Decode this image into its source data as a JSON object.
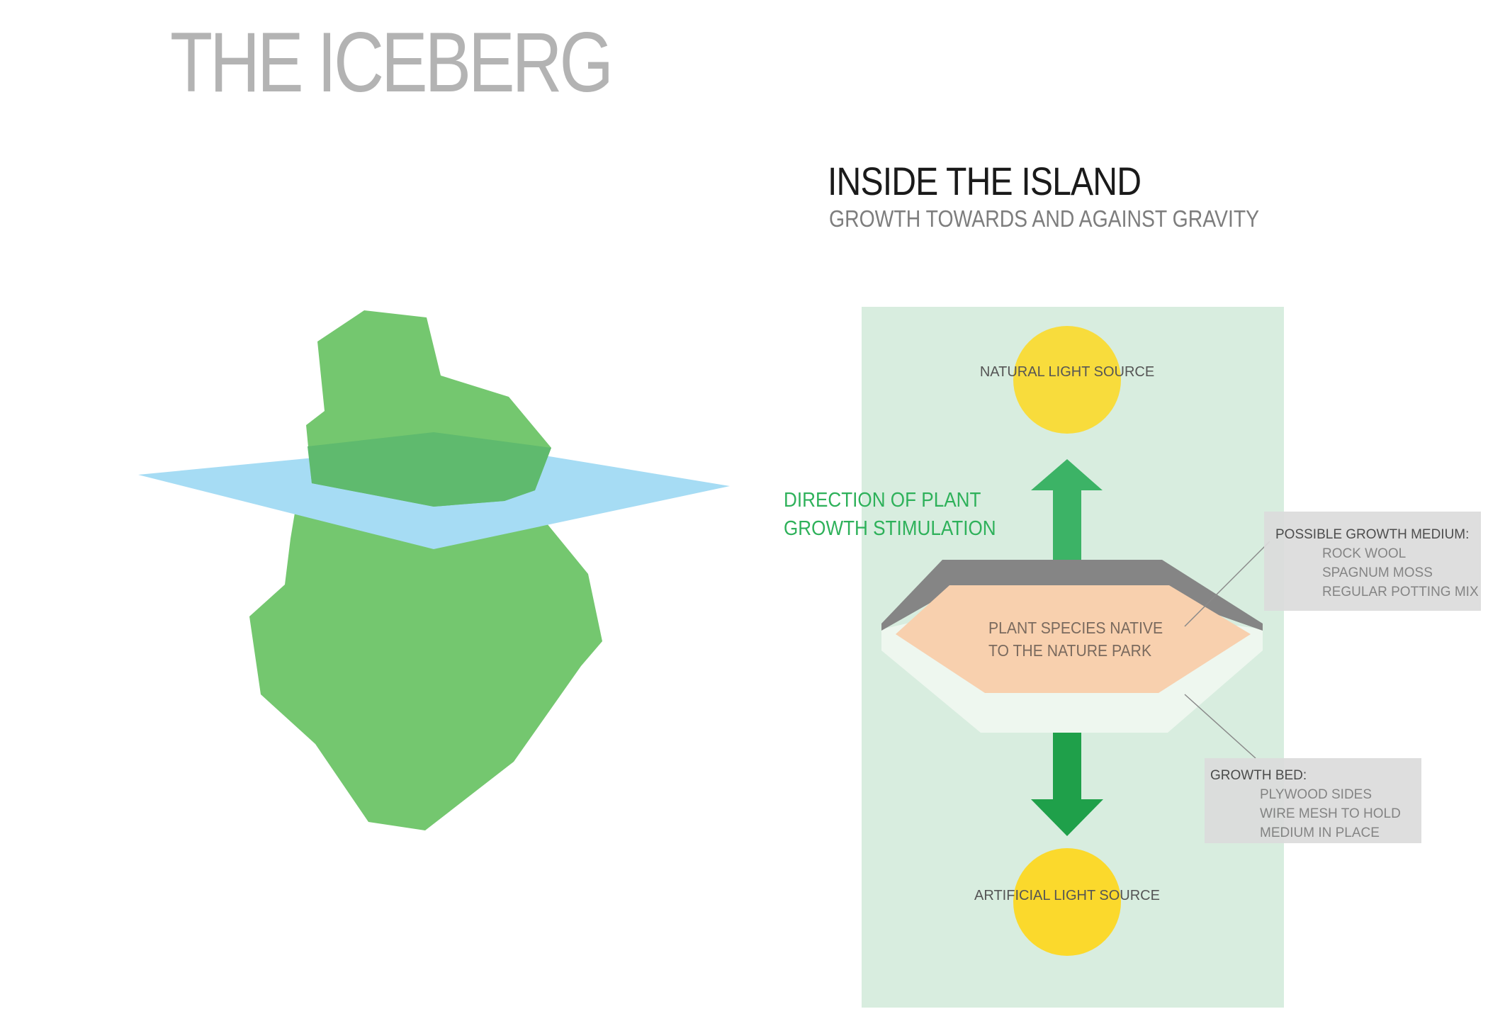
{
  "title": "THE ICEBERG",
  "section": {
    "title": "INSIDE THE ISLAND",
    "subtitle": "GROWTH TOWARDS AND AGAINST GRAVITY"
  },
  "labels": {
    "natural_light": "NATURAL LIGHT SOURCE",
    "artificial_light": "ARTIFICIAL LIGHT SOURCE",
    "direction_line1": "DIRECTION OF PLANT",
    "direction_line2": "GROWTH STIMULATION",
    "species_line1": "PLANT SPECIES NATIVE",
    "species_line2": "TO THE NATURE PARK"
  },
  "growth_medium": {
    "heading": "POSSIBLE GROWTH MEDIUM:",
    "items": [
      "ROCK WOOL",
      "SPAGNUM MOSS",
      "REGULAR POTTING MIX"
    ]
  },
  "growth_bed": {
    "heading": "GROWTH BED:",
    "items": [
      "PLYWOOD SIDES",
      "WIRE MESH TO HOLD",
      "MEDIUM IN PLACE"
    ]
  },
  "colors": {
    "iceberg_green": "#74c76f",
    "water_blue": "#a6dcf4",
    "panel_mint": "#d8eddf",
    "light_yellow": "#f8dc3c",
    "arrow_up_green": "#3cb366",
    "arrow_down_green": "#1fa04a",
    "bed_peach": "#f8d0ae",
    "bed_top_gray": "#858585"
  }
}
